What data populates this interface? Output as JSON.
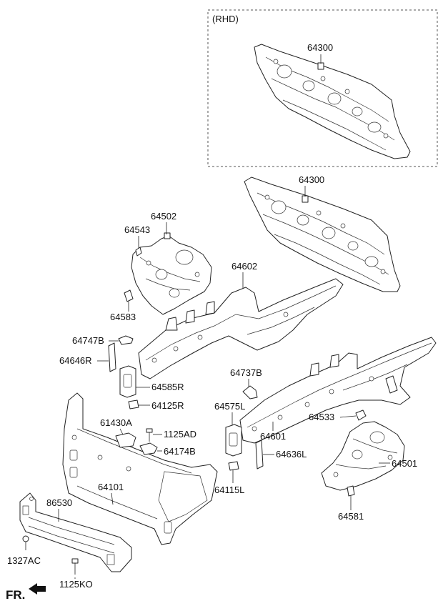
{
  "rhd_label": "(RHD)",
  "front_label": "FR.",
  "parts": {
    "p64300_rhd": "64300",
    "p64300": "64300",
    "p64502": "64502",
    "p64543": "64543",
    "p64583": "64583",
    "p64602": "64602",
    "p64747B": "64747B",
    "p64646R": "64646R",
    "p64585R": "64585R",
    "p64125R": "64125R",
    "p64737B": "64737B",
    "p64575L": "64575L",
    "p64601": "64601",
    "p64533": "64533",
    "p64636L": "64636L",
    "p64501": "64501",
    "p64115L": "64115L",
    "p64581": "64581",
    "p61430A": "61430A",
    "p1125AD": "1125AD",
    "p64174B": "64174B",
    "p64101": "64101",
    "p86530": "86530",
    "p1327AC": "1327AC",
    "p1125KO": "1125KO"
  }
}
